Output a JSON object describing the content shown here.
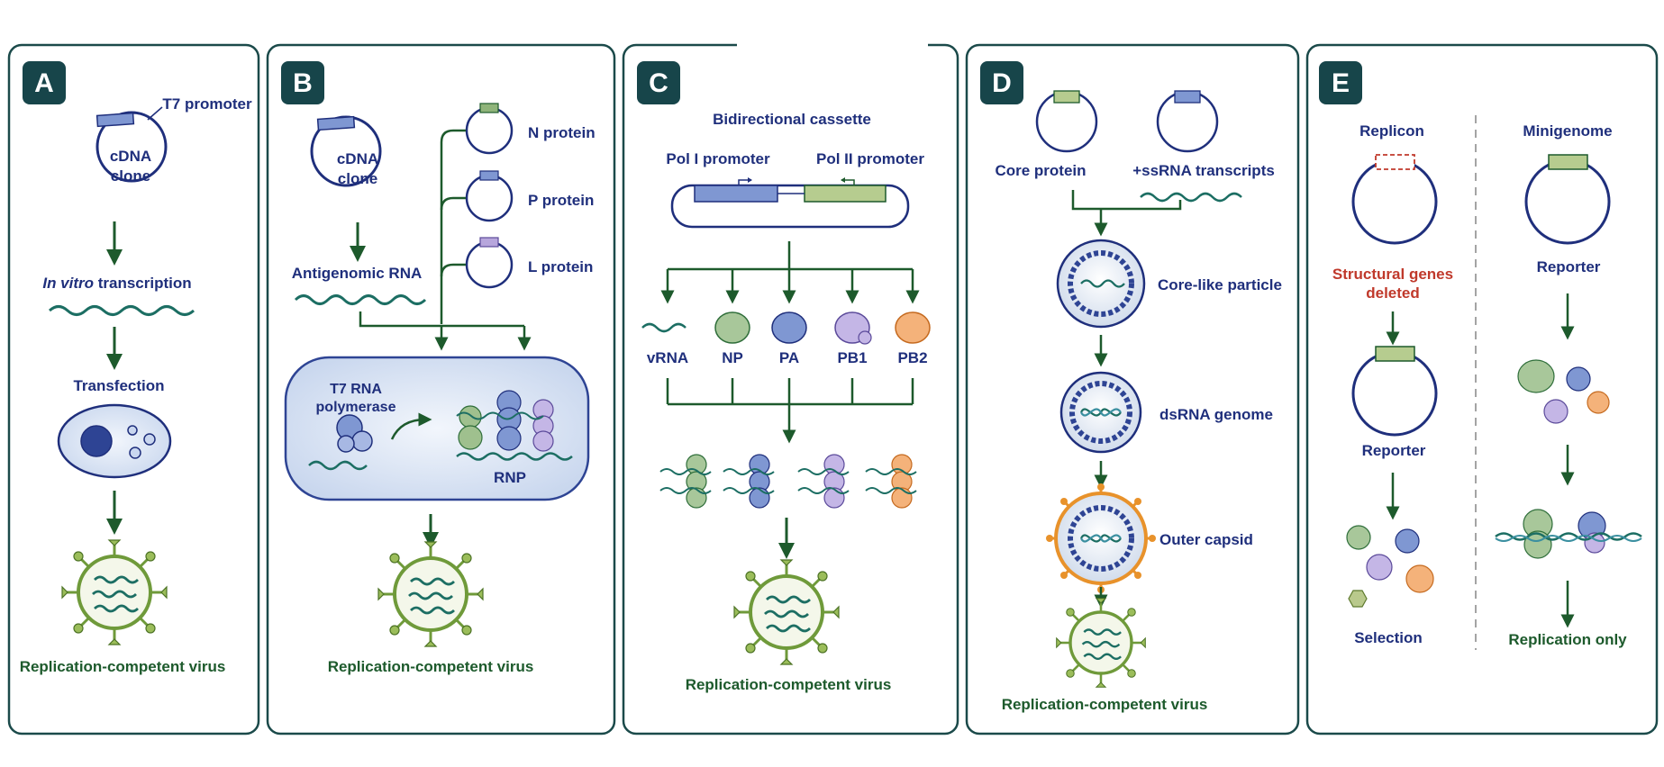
{
  "panels": {
    "a": {
      "badge": "A",
      "t7_promoter": "T7 promoter",
      "cdna_line1": "cDNA",
      "cdna_line2": "clone",
      "in_vitro": "In vitro",
      "transcription": " transcription",
      "transfection": "Transfection",
      "result": "Replication-competent virus"
    },
    "b": {
      "badge": "B",
      "cdna_line1": "cDNA",
      "cdna_line2": "clone",
      "antigenomic": "Antigenomic RNA",
      "n_protein": "N protein",
      "p_protein": "P protein",
      "l_protein": "L protein",
      "t7_line1": "T7 RNA",
      "t7_line2": "polymerase",
      "rnp": "RNP",
      "result": "Replication-competent virus"
    },
    "c": {
      "badge": "C",
      "cassette": "Bidirectional cassette",
      "pol1": "Pol I promoter",
      "pol2": "Pol II promoter",
      "segments": [
        "vRNA",
        "NP",
        "PA",
        "PB1",
        "PB2"
      ],
      "result": "Replication-competent virus"
    },
    "d": {
      "badge": "D",
      "core_protein": "Core protein",
      "ssrna": "+ssRNA transcripts",
      "core_like": "Core-like particle",
      "dsrna": "dsRNA genome",
      "outer": "Outer capsid",
      "result": "Replication-competent virus"
    },
    "e": {
      "badge": "E",
      "replicon": "Replicon",
      "minigenome": "Minigenome",
      "structural_line1": "Structural genes",
      "structural_line2": "deleted",
      "reporter_left": "Reporter",
      "reporter_right": "Reporter",
      "selection": "Selection",
      "replication_only": "Replication only"
    }
  },
  "colors": {
    "navy": "#1f2f7c",
    "dark_green": "#1d5a2c",
    "teal": "#1c6e63",
    "badge": "#17454a",
    "virus_green": "#6f9a3a",
    "deleted_red": "#c0392b",
    "capsid_orange": "#e8922b"
  }
}
